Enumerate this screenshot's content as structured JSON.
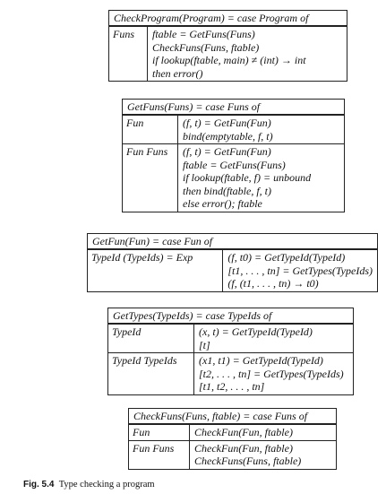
{
  "figure": {
    "tables": [
      {
        "header": "CheckProgram(Program) = case Program of",
        "rows": [
          {
            "lhs": "Funs",
            "rhs": [
              "ftable = GetFuns(Funs)",
              "CheckFuns(Funs, ftable)",
              "if lookup(ftable, main) ≠ (int) → int",
              "then error()"
            ]
          }
        ]
      },
      {
        "header": "GetFuns(Funs) = case Funs of",
        "rows": [
          {
            "lhs": "Fun",
            "rhs": [
              "(f, t) = GetFun(Fun)",
              "bind(emptytable, f, t)"
            ]
          },
          {
            "lhs": "Fun Funs",
            "rhs": [
              "(f, t) = GetFun(Fun)",
              "ftable = GetFuns(Funs)",
              "if lookup(ftable, f) = unbound",
              "then bind(ftable, f, t)",
              "else error(); ftable"
            ]
          }
        ]
      },
      {
        "header": "GetFun(Fun) = case Fun of",
        "rows": [
          {
            "lhs": "TypeId (TypeIds) = Exp",
            "rhs": [
              "(f, t0) = GetTypeId(TypeId)",
              "[t1, . . . , tn] = GetTypes(TypeIds)",
              "(f, (t1, . . . , tn) → t0)"
            ]
          }
        ]
      },
      {
        "header": "GetTypes(TypeIds) = case TypeIds of",
        "rows": [
          {
            "lhs": "TypeId",
            "rhs": [
              "(x, t) = GetTypeId(TypeId)",
              "[t]"
            ]
          },
          {
            "lhs": "TypeId TypeIds",
            "rhs": [
              "(x1, t1) = GetTypeId(TypeId)",
              "[t2, . . . , tn] = GetTypes(TypeIds)",
              "[t1, t2, . . . , tn]"
            ]
          }
        ]
      },
      {
        "header": "CheckFuns(Funs, ftable) = case Funs of",
        "rows": [
          {
            "lhs": "Fun",
            "rhs": [
              "CheckFun(Fun, ftable)"
            ]
          },
          {
            "lhs": "Fun Funs",
            "rhs": [
              "CheckFun(Fun, ftable)",
              "CheckFuns(Funs, ftable)"
            ]
          }
        ]
      }
    ],
    "caption_label": "Fig. 5.4",
    "caption_text": "Type checking a program"
  }
}
